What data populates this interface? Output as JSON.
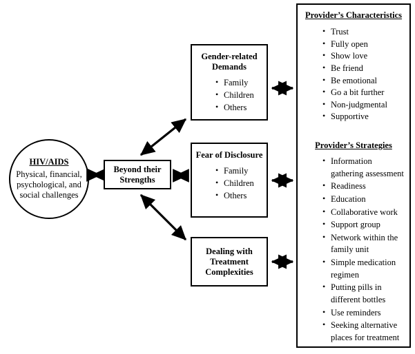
{
  "diagram": {
    "nodes": {
      "problem": {
        "title": "HIV/AIDS",
        "body": "Physical, financial, psychological, and social challenges"
      },
      "central": {
        "title": "Beyond their Strengths"
      },
      "gender": {
        "title": "Gender-related Demands",
        "items": [
          "Family",
          "Children",
          "Others"
        ]
      },
      "fear": {
        "title": "Fear of Disclosure",
        "items": [
          "Family",
          "Children",
          "Others"
        ]
      },
      "treatment": {
        "title": "Dealing with Treatment Complexities"
      },
      "provider": {
        "characteristics_heading": "Provider’s Characteristics",
        "characteristics": [
          "Trust",
          "Fully open",
          "Show love",
          "Be friend",
          "Be emotional",
          "Go a bit further",
          "Non-judgmental",
          "Supportive"
        ],
        "strategies_heading": "Provider’s Strategies",
        "strategies": [
          "Information gathering assessment",
          "Readiness",
          "Education",
          "Collaborative work",
          "Support group",
          "Network within the family unit",
          "Simple medication regimen",
          "Putting pills in different bottles",
          "Use reminders",
          "Seeking alternative places for treatment"
        ]
      }
    },
    "connectors": [
      {
        "name": "problem-to-central",
        "style": "double-arrow",
        "orientation": "horizontal"
      },
      {
        "name": "central-to-gender",
        "style": "double-arrow",
        "orientation": "diagonal-up"
      },
      {
        "name": "central-to-fear",
        "style": "double-arrow",
        "orientation": "horizontal"
      },
      {
        "name": "central-to-treatment",
        "style": "double-arrow",
        "orientation": "diagonal-down"
      },
      {
        "name": "gender-to-provider",
        "style": "double-arrow",
        "orientation": "horizontal"
      },
      {
        "name": "fear-to-provider",
        "style": "double-arrow",
        "orientation": "horizontal"
      },
      {
        "name": "treatment-to-provider",
        "style": "double-arrow",
        "orientation": "horizontal"
      }
    ],
    "colors": {
      "stroke": "#000000",
      "background": "#ffffff",
      "text": "#000000"
    }
  }
}
